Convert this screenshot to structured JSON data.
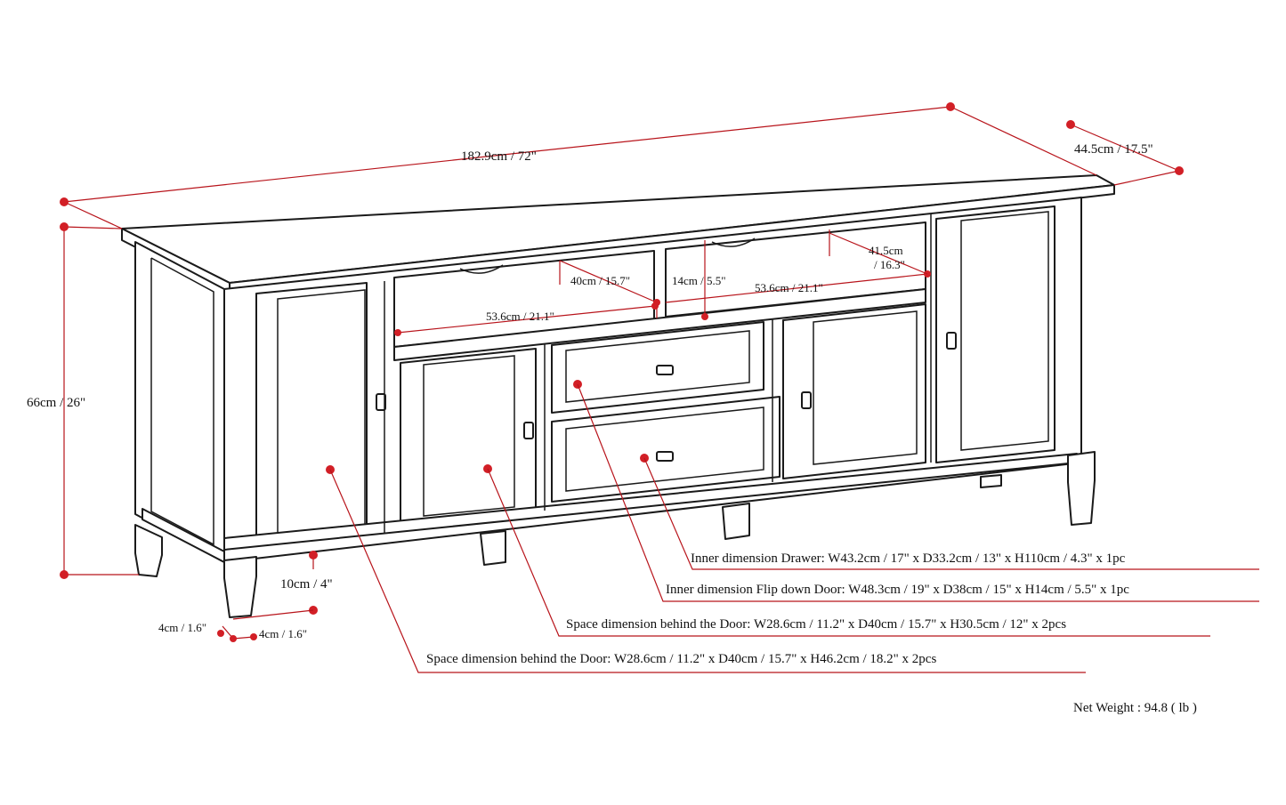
{
  "colors": {
    "dimension_line": "#b8141b",
    "dimension_dot": "#d21f26",
    "outline": "#1a1a1a",
    "background": "#ffffff"
  },
  "dimensions": {
    "width": "182.9cm / 72\"",
    "depth": "44.5cm / 17.5\"",
    "height": "66cm / 26\"",
    "shelf_width_left": "53.6cm / 21.1\"",
    "shelf_width_right": "53.6cm / 21.1\"",
    "shelf_depth": "40cm / 15.7\"",
    "shelf_height": "14cm / 5.5\"",
    "shelf_inner_depth_line1": "41.5cm",
    "shelf_inner_depth_line2": "/ 16.3\"",
    "leg_clearance": "10cm / 4\"",
    "leg_width": "4cm / 1.6\"",
    "leg_depth": "4cm / 1.6\""
  },
  "callouts": [
    "Inner dimension Drawer: W43.2cm / 17\" x D33.2cm / 13\" x H110cm / 4.3\" x 1pc",
    "Inner dimension Flip down Door: W48.3cm / 19\" x D38cm / 15\" x H14cm / 5.5\" x 1pc",
    "Space dimension behind the Door: W28.6cm / 11.2\" x D40cm / 15.7\" x H30.5cm / 12\" x 2pcs",
    "Space dimension behind the Door:  W28.6cm / 11.2\" x D40cm / 15.7\" x H46.2cm / 18.2\" x 2pcs"
  ],
  "net_weight": "Net Weight : 94.8 ( lb )"
}
